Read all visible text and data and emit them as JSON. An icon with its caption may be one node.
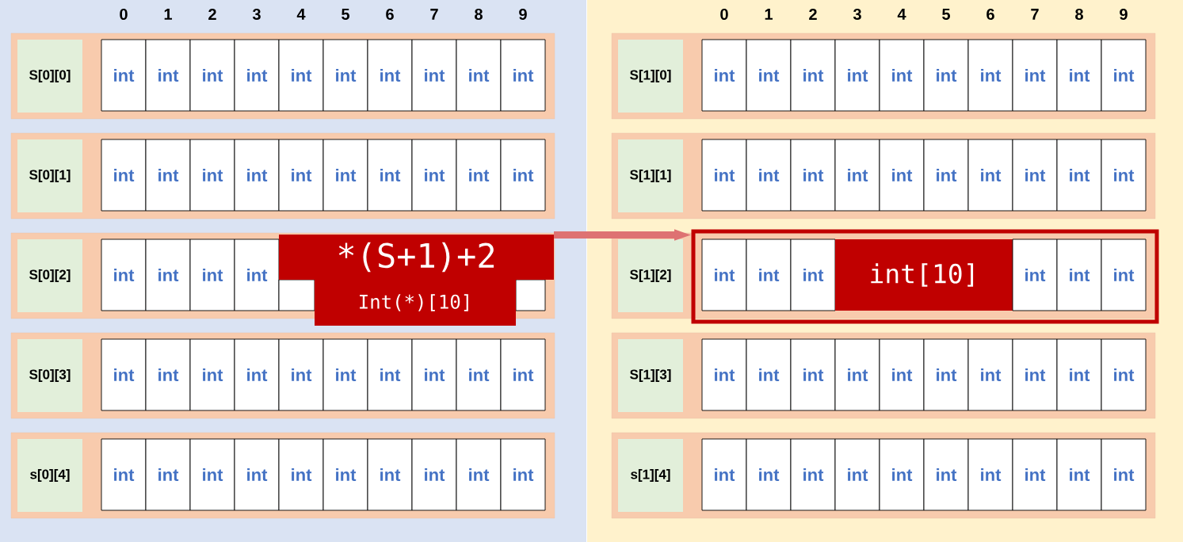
{
  "diagram": {
    "nodes": [
      {
        "text": [],
        "shape": "box"
      },
      {
        "text": [],
        "shape": "box",
        "in": 0
      },
      {
        "text": [
          "S[0][0]"
        ],
        "in": 1
      },
      {
        "text": [
          "int"
        ],
        "in": 1
      },
      {
        "text": [
          "int"
        ],
        "in": 1
      },
      {
        "text": [
          "int"
        ],
        "in": 1
      },
      {
        "text": [
          "int"
        ],
        "in": 1
      },
      {
        "text": [
          "int"
        ],
        "in": 1
      },
      {
        "text": [
          "int"
        ],
        "in": 1
      },
      {
        "text": [
          "int"
        ],
        "in": 1
      },
      {
        "text": [
          "int"
        ],
        "in": 1
      },
      {
        "text": [
          "int"
        ],
        "in": 1
      },
      {
        "text": [
          "int"
        ],
        "in": 1
      },
      {
        "text": [],
        "shape": "box",
        "in": 0
      },
      {
        "text": [
          "S[0][1]"
        ],
        "in": 13
      },
      {
        "text": [
          "int"
        ],
        "in": 13
      },
      {
        "text": [
          "int"
        ],
        "in": 13
      },
      {
        "text": [
          "int"
        ],
        "in": 13
      },
      {
        "text": [
          "int"
        ],
        "in": 13
      },
      {
        "text": [
          "int"
        ],
        "in": 13
      },
      {
        "text": [
          "int"
        ],
        "in": 13
      },
      {
        "text": [
          "int"
        ],
        "in": 13
      },
      {
        "text": [
          "int"
        ],
        "in": 13
      },
      {
        "text": [
          "int"
        ],
        "in": 13
      },
      {
        "text": [
          "int"
        ],
        "in": 13
      },
      {
        "text": [],
        "shape": "box",
        "in": 0
      },
      {
        "text": [
          "S[0][2]"
        ],
        "in": 25
      },
      {
        "text": [
          "int"
        ],
        "in": 25
      },
      {
        "text": [
          "int"
        ],
        "in": 25
      },
      {
        "text": [
          "int"
        ],
        "in": 25
      },
      {
        "text": [
          "int"
        ],
        "in": 25
      },
      {
        "text": [],
        "shape": "box",
        "in": 25
      },
      {
        "text": [],
        "shape": "box",
        "in": 25
      },
      {
        "text": [
          "*(S+1)+2"
        ],
        "in": 25
      },
      {
        "text": [
          "Int(*)[10]"
        ],
        "in": 0
      },
      {
        "text": [],
        "shape": "box",
        "in": 0
      },
      {
        "text": [
          "S[0][3]"
        ],
        "in": 35
      },
      {
        "text": [
          "int"
        ],
        "in": 35
      },
      {
        "text": [
          "int"
        ],
        "in": 35
      },
      {
        "text": [
          "int"
        ],
        "in": 35
      },
      {
        "text": [
          "int"
        ],
        "in": 35
      },
      {
        "text": [
          "int"
        ],
        "in": 35
      },
      {
        "text": [
          "int"
        ],
        "in": 35
      },
      {
        "text": [
          "int"
        ],
        "in": 35
      },
      {
        "text": [
          "int"
        ],
        "in": 35
      },
      {
        "text": [
          "int"
        ],
        "in": 35
      },
      {
        "text": [
          "int"
        ],
        "in": 35
      },
      {
        "text": [],
        "shape": "box",
        "in": 0
      },
      {
        "text": [
          "s[0][4]"
        ],
        "in": 47
      },
      {
        "text": [
          "int"
        ],
        "in": 47
      },
      {
        "text": [
          "int"
        ],
        "in": 47
      },
      {
        "text": [
          "int"
        ],
        "in": 47
      },
      {
        "text": [
          "int"
        ],
        "in": 47
      },
      {
        "text": [
          "int"
        ],
        "in": 47
      },
      {
        "text": [
          "int"
        ],
        "in": 47
      },
      {
        "text": [
          "int"
        ],
        "in": 47
      },
      {
        "text": [
          "int"
        ],
        "in": 47
      },
      {
        "text": [
          "int"
        ],
        "in": 47
      },
      {
        "text": [
          "int"
        ],
        "in": 47
      },
      {
        "text": [],
        "shape": "box"
      },
      {
        "text": [],
        "shape": "box",
        "in": 59
      },
      {
        "text": [
          "S[1][0]"
        ],
        "in": 60
      },
      {
        "text": [
          "int"
        ],
        "in": 60
      },
      {
        "text": [
          "int"
        ],
        "in": 60
      },
      {
        "text": [
          "int"
        ],
        "in": 60
      },
      {
        "text": [
          "int"
        ],
        "in": 60
      },
      {
        "text": [
          "int"
        ],
        "in": 60
      },
      {
        "text": [
          "int"
        ],
        "in": 60
      },
      {
        "text": [
          "int"
        ],
        "in": 60
      },
      {
        "text": [
          "int"
        ],
        "in": 60
      },
      {
        "text": [
          "int"
        ],
        "in": 60
      },
      {
        "text": [
          "int"
        ],
        "in": 60
      },
      {
        "text": [],
        "shape": "box",
        "in": 59
      },
      {
        "text": [
          "S[1][1]"
        ],
        "in": 72
      },
      {
        "text": [
          "int"
        ],
        "in": 72
      },
      {
        "text": [
          "int"
        ],
        "in": 72
      },
      {
        "text": [
          "int"
        ],
        "in": 72
      },
      {
        "text": [
          "int"
        ],
        "in": 72
      },
      {
        "text": [
          "int"
        ],
        "in": 72
      },
      {
        "text": [
          "int"
        ],
        "in": 72
      },
      {
        "text": [
          "int"
        ],
        "in": 72
      },
      {
        "text": [
          "int"
        ],
        "in": 72
      },
      {
        "text": [
          "int"
        ],
        "in": 72
      },
      {
        "text": [
          "int"
        ],
        "in": 72
      },
      {
        "text": [],
        "shape": "box",
        "in": 59
      },
      {
        "text": [
          "S[1][2]"
        ],
        "in": 84
      },
      {
        "text": [],
        "shape": "box",
        "in": 59
      },
      {
        "text": [
          "int"
        ],
        "in": 86
      },
      {
        "text": [
          "int"
        ],
        "in": 86
      },
      {
        "text": [
          "int"
        ],
        "in": 86
      },
      {
        "text": [
          "int[10]"
        ],
        "in": 86
      },
      {
        "text": [
          "int"
        ],
        "in": 86
      },
      {
        "text": [
          "int"
        ],
        "in": 86
      },
      {
        "text": [
          "int"
        ],
        "in": 86
      },
      {
        "text": [],
        "shape": "box",
        "in": 59
      },
      {
        "text": [
          "S[1][3]"
        ],
        "in": 94
      },
      {
        "text": [
          "int"
        ],
        "in": 94
      },
      {
        "text": [
          "int"
        ],
        "in": 94
      },
      {
        "text": [
          "int"
        ],
        "in": 94
      },
      {
        "text": [
          "int"
        ],
        "in": 94
      },
      {
        "text": [
          "int"
        ],
        "in": 94
      },
      {
        "text": [
          "int"
        ],
        "in": 94
      },
      {
        "text": [
          "int"
        ],
        "in": 94
      },
      {
        "text": [
          "int"
        ],
        "in": 94
      },
      {
        "text": [
          "int"
        ],
        "in": 94
      },
      {
        "text": [
          "int"
        ],
        "in": 94
      },
      {
        "text": [],
        "shape": "box",
        "in": 59
      },
      {
        "text": [
          "s[1][4]"
        ],
        "in": 106
      },
      {
        "text": [
          "int"
        ],
        "in": 106
      },
      {
        "text": [
          "int"
        ],
        "in": 106
      },
      {
        "text": [
          "int"
        ],
        "in": 106
      },
      {
        "text": [
          "int"
        ],
        "in": 106
      },
      {
        "text": [
          "int"
        ],
        "in": 106
      },
      {
        "text": [
          "int"
        ],
        "in": 106
      },
      {
        "text": [
          "int"
        ],
        "in": 106
      },
      {
        "text": [
          "int"
        ],
        "in": 106
      },
      {
        "text": [
          "int"
        ],
        "in": 106
      },
      {
        "text": [
          "int"
        ],
        "in": 106
      }
    ],
    "edges": [
      {
        "from": 33,
        "to": 86,
        "arrow": "to",
        "color": "#de7272"
      }
    ],
    "labels": [
      "0",
      "1",
      "2",
      "3",
      "4",
      "5",
      "6",
      "7",
      "8",
      "9",
      "0",
      "1",
      "2",
      "3",
      "4",
      "5",
      "6",
      "7",
      "8",
      "9"
    ]
  }
}
